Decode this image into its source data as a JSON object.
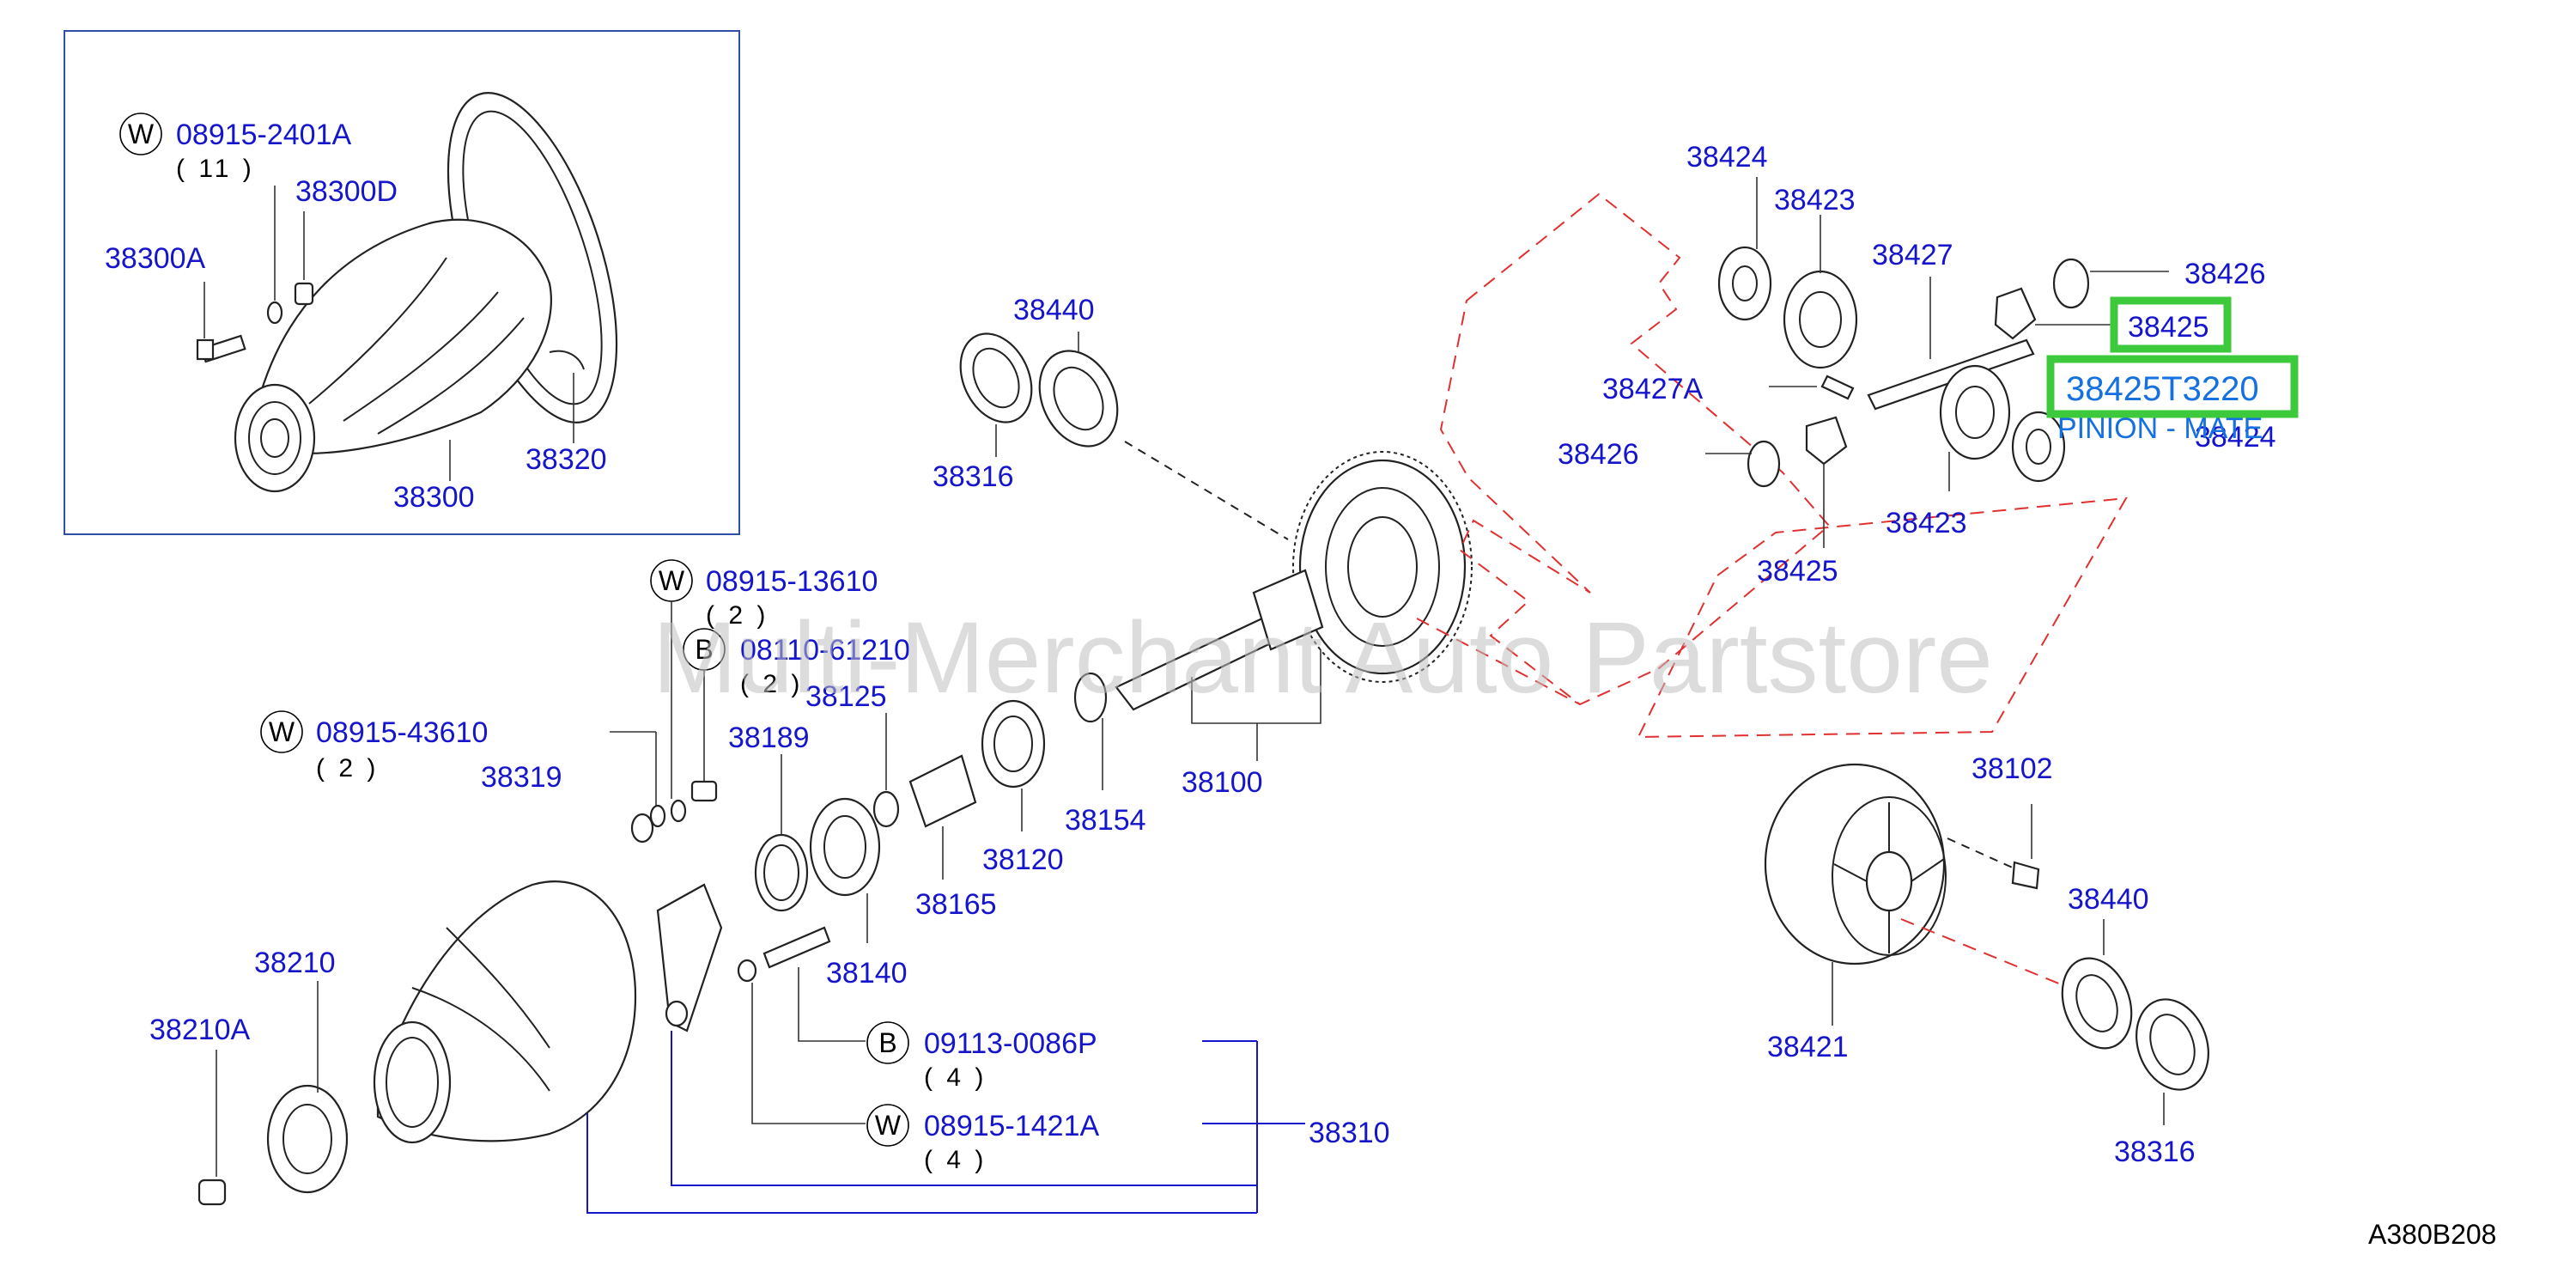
{
  "diagram": {
    "code": "A380B208",
    "watermark": "Multi-Merchant Auto Partstore",
    "highlight": {
      "part_number": "38425",
      "full_part_number": "38425T3220",
      "description": "PINION - MATE",
      "color": "#3cc93c"
    },
    "labels": {
      "l08915_2401A": "08915-2401A",
      "q11": "( 11 )",
      "l38300D": "38300D",
      "l38300A": "38300A",
      "l38320": "38320",
      "l38300": "38300",
      "l38440a": "38440",
      "l38316a": "38316",
      "l08915_13610": "08915-13610",
      "q2a": "( 2 )",
      "l08110_61210": "08110-61210",
      "q2b": "( 2 )",
      "l08915_43610": "08915-43610",
      "q2c": "( 2 )",
      "l38125": "38125",
      "l38189": "38189",
      "l38319": "38319",
      "l38154": "38154",
      "l38100": "38100",
      "l38120": "38120",
      "l38165": "38165",
      "l38140": "38140",
      "l38210": "38210",
      "l38210A": "38210A",
      "l09113_0086P": "09113-0086P",
      "q4a": "( 4 )",
      "l08915_1421A": "08915-1421A",
      "q4b": "( 4 )",
      "l38310": "38310",
      "l38424a": "38424",
      "l38423a": "38423",
      "l38427": "38427",
      "l38426a": "38426",
      "l38425a": "38425",
      "l38427A": "38427A",
      "l38426b": "38426",
      "l38424b": "38424",
      "l38423b": "38423",
      "l38425b": "38425",
      "l38102": "38102",
      "l38440b": "38440",
      "l38421": "38421",
      "l38316b": "38316"
    },
    "markers": {
      "W": "W",
      "B": "B"
    }
  }
}
